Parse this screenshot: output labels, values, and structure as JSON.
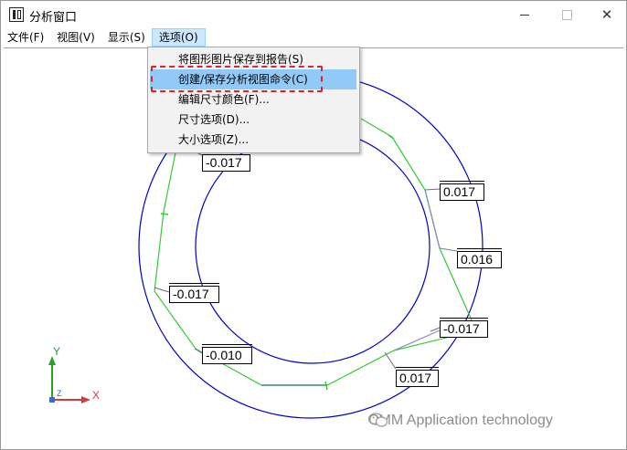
{
  "window": {
    "title": "分析窗口"
  },
  "menubar": {
    "items": [
      {
        "label": "文件(F)"
      },
      {
        "label": "视图(V)"
      },
      {
        "label": "显示(S)"
      },
      {
        "label": "选项(O)"
      }
    ]
  },
  "options_menu": {
    "items": [
      {
        "label": "将图形图片保存到报告(S)"
      },
      {
        "label": "创建/保存分析视图命令(C)"
      },
      {
        "label": "编辑尺寸颜色(F)..."
      },
      {
        "label": "尺寸选项(D)..."
      },
      {
        "label": "大小选项(Z)..."
      }
    ],
    "highlighted_index": 1
  },
  "dimensions": [
    "-0.017",
    "0.017",
    "0.016",
    "-0.017",
    "-0.017",
    "-0.010",
    "0.017"
  ],
  "axes": {
    "y_label": "Y",
    "x_label": "X",
    "z_label": "Z"
  },
  "watermark": {
    "text": "CMM Application technology"
  },
  "colors": {
    "circle": "#0000cc",
    "deviation_green": "#33cc33",
    "deviation_purple": "#8a88c0",
    "highlight": "#91c9f7",
    "annotation_red": "#e0202a",
    "axis_x": "#d43a3a",
    "axis_y": "#2aa02a",
    "axis_z": "#3a6ad4"
  },
  "icons": [
    "app-icon",
    "minimize-icon",
    "maximize-icon",
    "close-icon",
    "wechat-icon"
  ]
}
